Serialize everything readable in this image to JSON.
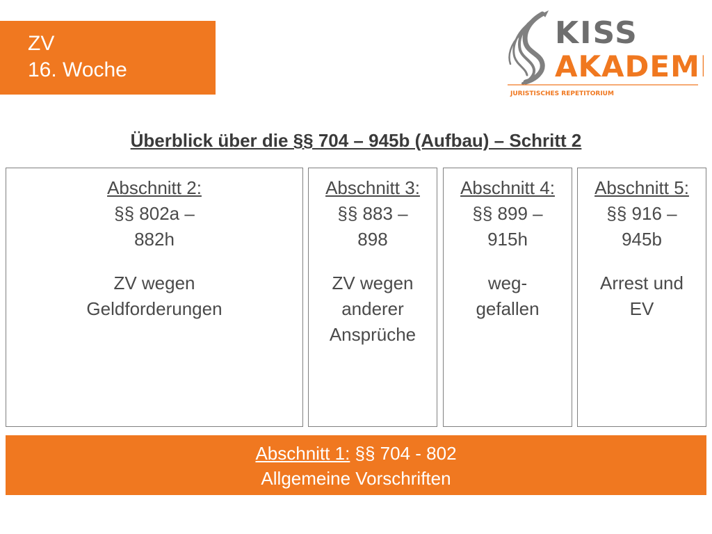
{
  "title_box": {
    "line1": "ZV",
    "line2": "16. Woche"
  },
  "logo": {
    "kiss": "KISS",
    "akademie": "AKADEMIE",
    "tagline": "JURISTISCHES REPETITORIUM"
  },
  "heading": "Überblick über die §§ 704 – 945b (Aufbau) – Schritt 2",
  "sections": [
    {
      "head": "Abschnitt 2:",
      "range1": "§§ 802a –",
      "range2": "882h",
      "desc1": "ZV wegen",
      "desc2": "Geldforderungen",
      "desc3": ""
    },
    {
      "head": "Abschnitt 3:",
      "range1": "§§ 883 –",
      "range2": "898",
      "desc1": "ZV wegen",
      "desc2": "anderer",
      "desc3": "Ansprüche"
    },
    {
      "head": "Abschnitt 4:",
      "range1": "§§ 899 –",
      "range2": "915h",
      "desc1": "weg-",
      "desc2": "gefallen",
      "desc3": ""
    },
    {
      "head": "Abschnitt 5:",
      "range1": "§§ 916 –",
      "range2": "945b",
      "desc1": "Arrest und",
      "desc2": "EV",
      "desc3": ""
    }
  ],
  "base": {
    "head": "Abschnitt 1:",
    "range": " §§ 704 - 802",
    "desc": "Allgemeine Vorschriften"
  },
  "colors": {
    "accent": "#f07820",
    "border": "#808080",
    "text": "#4a4a4a"
  }
}
